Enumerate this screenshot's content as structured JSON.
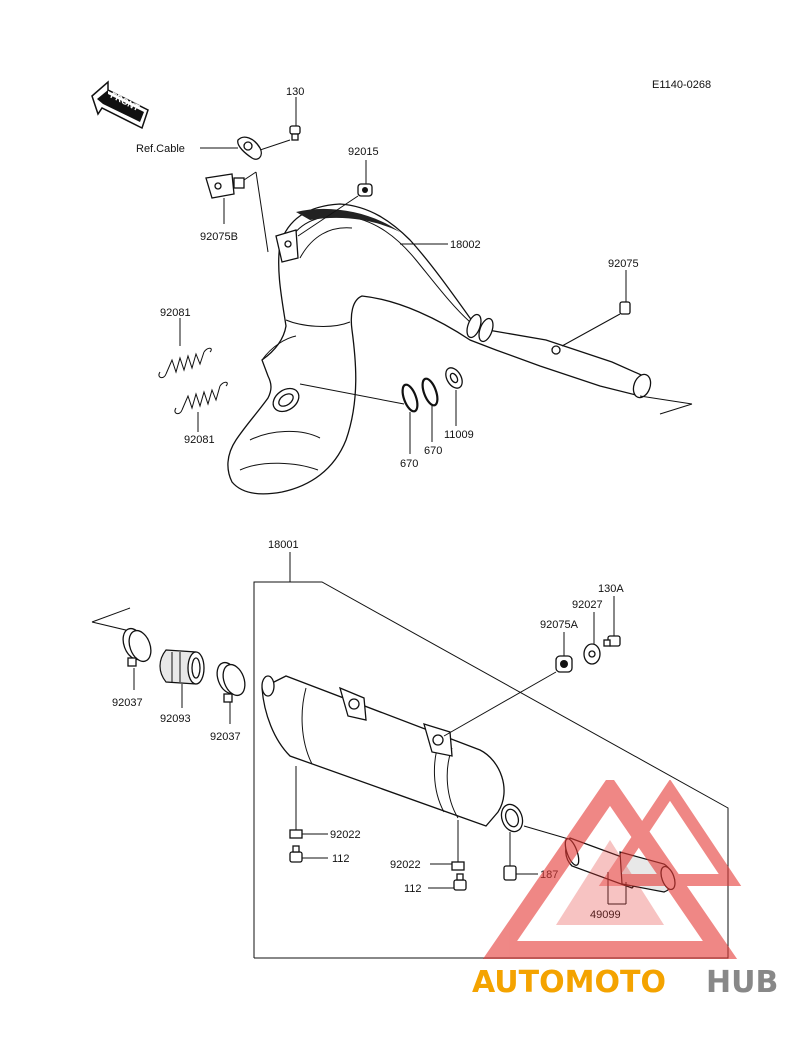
{
  "diagram": {
    "code": "E1140-0268",
    "front_label": "FRONT",
    "labels": {
      "p130": "130",
      "ref_cable": "Ref.Cable",
      "p92015": "92015",
      "p92075B": "92075B",
      "p18002": "18002",
      "p92075": "92075",
      "p92081_top": "92081",
      "p92081_bot": "92081",
      "p670_a": "670",
      "p670_b": "670",
      "p11009": "11009",
      "p18001": "18001",
      "p130A": "130A",
      "p92027": "92027",
      "p92075A": "92075A",
      "p92037_left": "92037",
      "p92093": "92093",
      "p92037_right": "92037",
      "p92022_left": "92022",
      "p112_left": "112",
      "p92022_right": "92022",
      "p112_right": "112",
      "p187": "187",
      "p49099": "49099"
    }
  },
  "watermark": {
    "part1": "AUTOMOTO",
    "part2": "HUB",
    "color1": "#f4a300",
    "color2": "#888888",
    "triangle_color": "#e53935"
  }
}
